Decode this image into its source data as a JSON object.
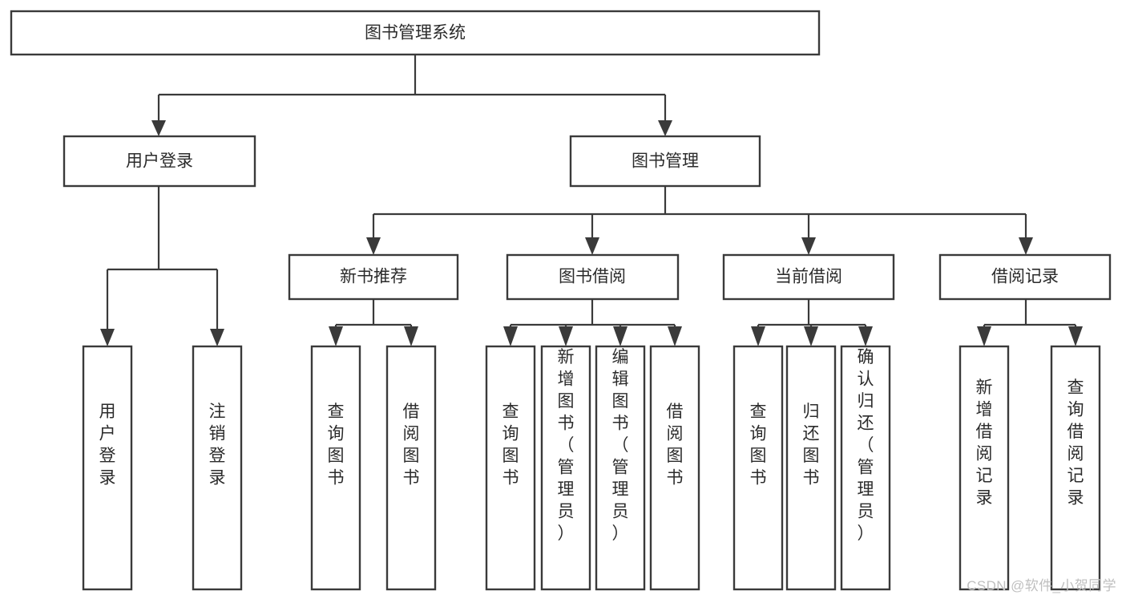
{
  "diagram": {
    "title": "图书管理系统",
    "type": "tree-hierarchy",
    "watermark": "CSDN @软件_小贺同学",
    "colors": {
      "stroke": "#3a3a3a",
      "box_fill": "#ffffff",
      "text": "#2b2b2b",
      "background": "#ffffff",
      "watermark": "#bfbfbf"
    },
    "root": {
      "label": "图书管理系统"
    },
    "level2": [
      {
        "label": "用户登录"
      },
      {
        "label": "图书管理"
      }
    ],
    "level3": [
      {
        "label": "新书推荐"
      },
      {
        "label": "图书借阅"
      },
      {
        "label": "当前借阅"
      },
      {
        "label": "借阅记录"
      }
    ],
    "leaves": {
      "user_login": [
        {
          "label": "用户登录"
        },
        {
          "label": "注销登录"
        }
      ],
      "new_book_recommend": [
        {
          "label": "查询图书"
        },
        {
          "label": "借阅图书"
        }
      ],
      "book_borrow": [
        {
          "label": "查询图书"
        },
        {
          "label": "新增图书（管理员）"
        },
        {
          "label": "编辑图书（管理员）"
        },
        {
          "label": "借阅图书"
        }
      ],
      "current_borrow": [
        {
          "label": "查询图书"
        },
        {
          "label": "归还图书"
        },
        {
          "label": "确认归还（管理员）"
        }
      ],
      "borrow_record": [
        {
          "label": "新增借阅记录"
        },
        {
          "label": "查询借阅记录"
        }
      ]
    }
  }
}
